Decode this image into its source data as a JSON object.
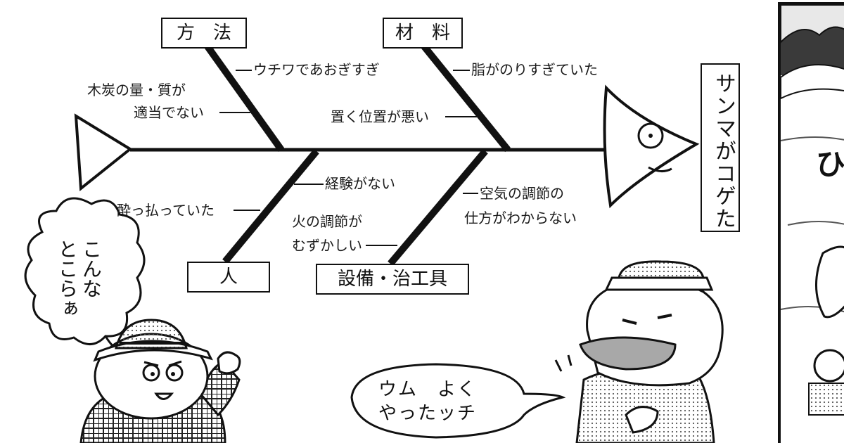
{
  "diagram": {
    "effect": "サンマがコゲた",
    "categories": {
      "method": "方　法",
      "material": "材　料",
      "person": "人",
      "equipment": "設備・治工具"
    },
    "causes": {
      "method_1": "ウチワであおぎすぎ",
      "method_2a": "木炭の量・質が",
      "method_2b": "適当でない",
      "material_1": "脂がのりすぎていた",
      "material_2": "置く位置が悪い",
      "person_1": "経験がない",
      "person_2": "酔っ払っていた",
      "equipment_1a": "空気の調節の",
      "equipment_1b": "仕方がわからない",
      "equipment_2a": "火の調節が",
      "equipment_2b": "むずかしい"
    }
  },
  "comic": {
    "left_bubble": "こんな\nとこらぁ",
    "right_bubble_line1": "ウム　よく",
    "right_bubble_line2": "やったッチ",
    "panel_partial_text": "ひ"
  },
  "colors": {
    "ink": "#111111",
    "screentone": "#9a9a9a",
    "paper": "#ffffff"
  }
}
